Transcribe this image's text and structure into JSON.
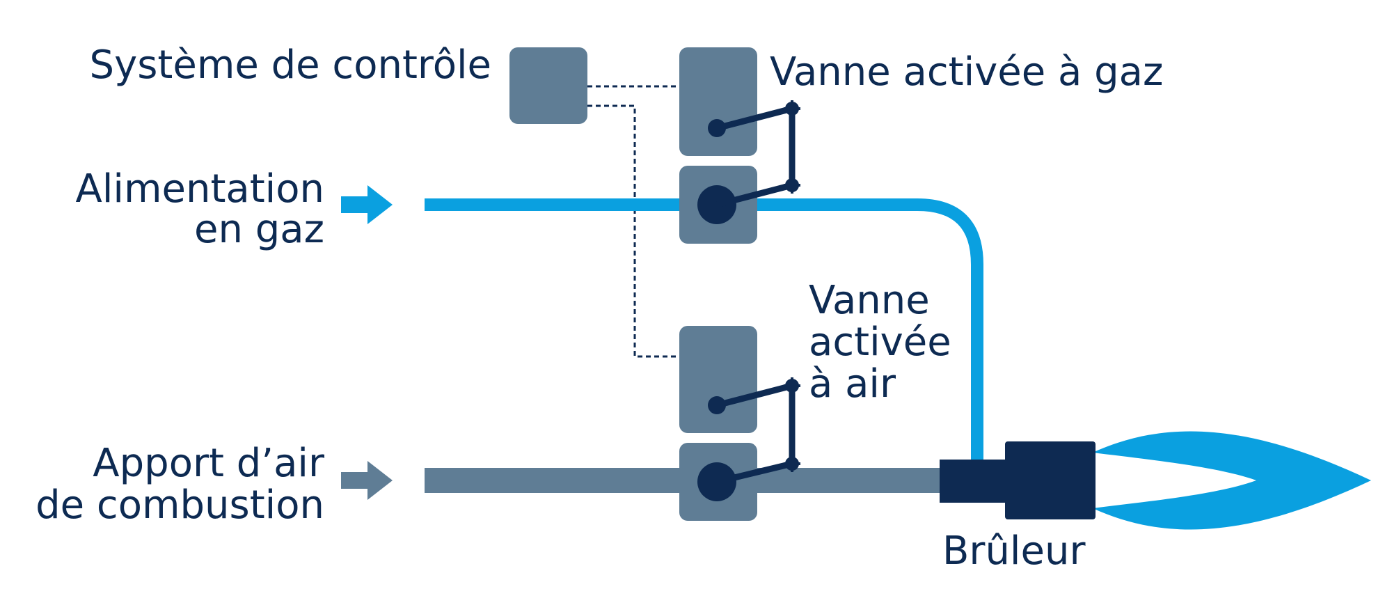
{
  "labels": {
    "control_system": "Système de contrôle",
    "gas_valve": "Vanne activée à gaz",
    "gas_supply_line1": "Alimentation",
    "gas_supply_line2": "en gaz",
    "air_valve_line1": "Vanne",
    "air_valve_line2": "activée",
    "air_valve_line3": "à air",
    "air_supply_line1": "Apport d’air",
    "air_supply_line2": "de combustion",
    "burner": "Brûleur"
  },
  "colors": {
    "gas_line": "#0aa0e0",
    "air_line": "#5f7d95",
    "box": "#5f7d95",
    "dark": "#0e2a52",
    "flame": "#0aa0e0",
    "text": "#0d2a52"
  }
}
